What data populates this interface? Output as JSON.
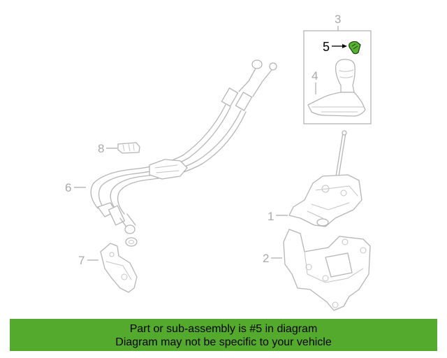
{
  "callouts": {
    "c1": "1",
    "c2": "2",
    "c3": "3",
    "c4": "4",
    "c5": "5",
    "c6": "6",
    "c7": "7",
    "c8": "8"
  },
  "highlighted_part": "5",
  "colors": {
    "highlight": "#55b030",
    "banner": "#53aa2c",
    "line_art": "#b5b5b5"
  },
  "banner": {
    "line1": "Part or sub-assembly is #5 in diagram",
    "line2": "Diagram may not be specific to your vehicle"
  }
}
